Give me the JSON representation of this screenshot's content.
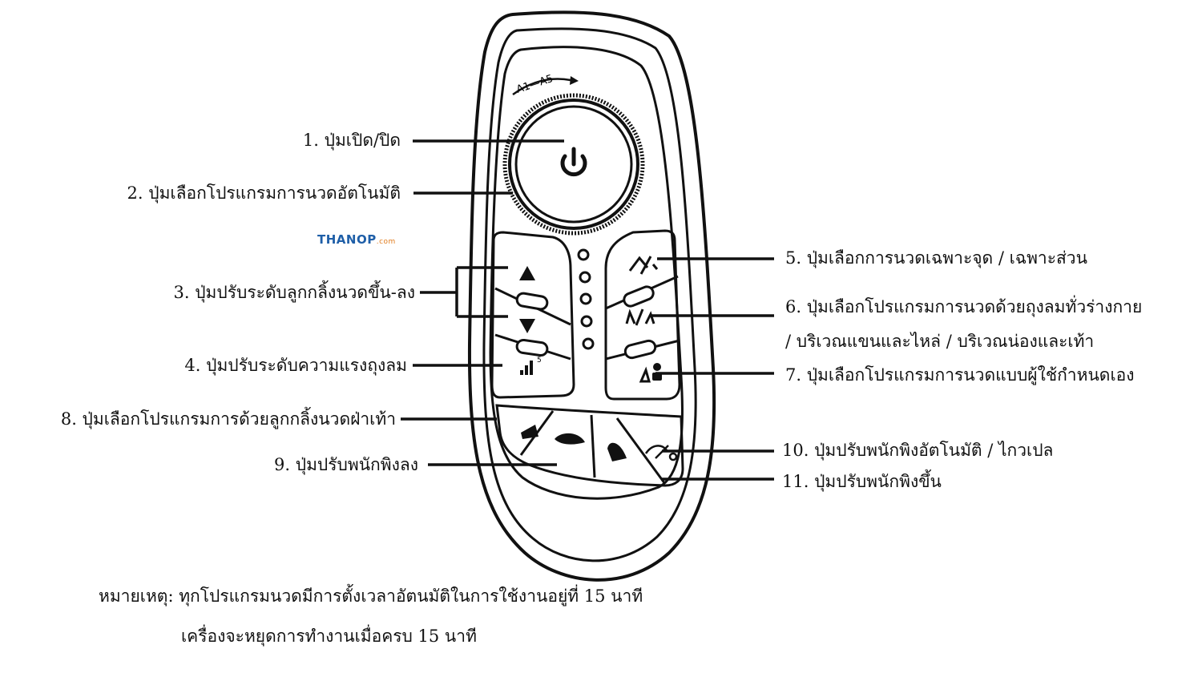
{
  "brand": {
    "name": "THANOP",
    "domain": ".com"
  },
  "arc_label": "A1—A5",
  "level_mark": "5",
  "labels": {
    "l1": "1. ปุ่มเปิด/ปิด",
    "l2": "2. ปุ่มเลือกโปรแกรมการนวดอัตโนมัติ",
    "l3": "3. ปุ่มปรับระดับลูกกลิ้งนวดขึ้น-ลง",
    "l4": "4. ปุ่มปรับระดับความแรงถุงลม",
    "l5": "5. ปุ่มเลือกการนวดเฉพาะจุด / เฉพาะส่วน",
    "l6a": "6. ปุ่มเลือกโปรแกรมการนวดด้วยถุงลมทั่วร่างกาย",
    "l6b": "/ บริเวณแขนและไหล่ / บริเวณน่องและเท้า",
    "l7": "7. ปุ่มเลือกโปรแกรมการนวดแบบผู้ใช้กำหนดเอง",
    "l8": "8. ปุ่มเลือกโปรแกรมการด้วยลูกกลิ้งนวดฝ่าเท้า",
    "l9": "9. ปุ่มปรับพนักพิงลง",
    "l10": "10. ปุ่มปรับพนักพิงอัตโนมัติ / ไกวเปล",
    "l11": "11. ปุ่มปรับพนักพิงขึ้น"
  },
  "note": {
    "line1": "หมายเหตุ: ทุกโปรแกรมนวดมีการตั้งเวลาอัตนมัติในการใช้งานอยู่ที่ 15 นาที",
    "line2": "เครื่องจะหยุดการทำงานเมื่อครบ 15 นาที"
  }
}
